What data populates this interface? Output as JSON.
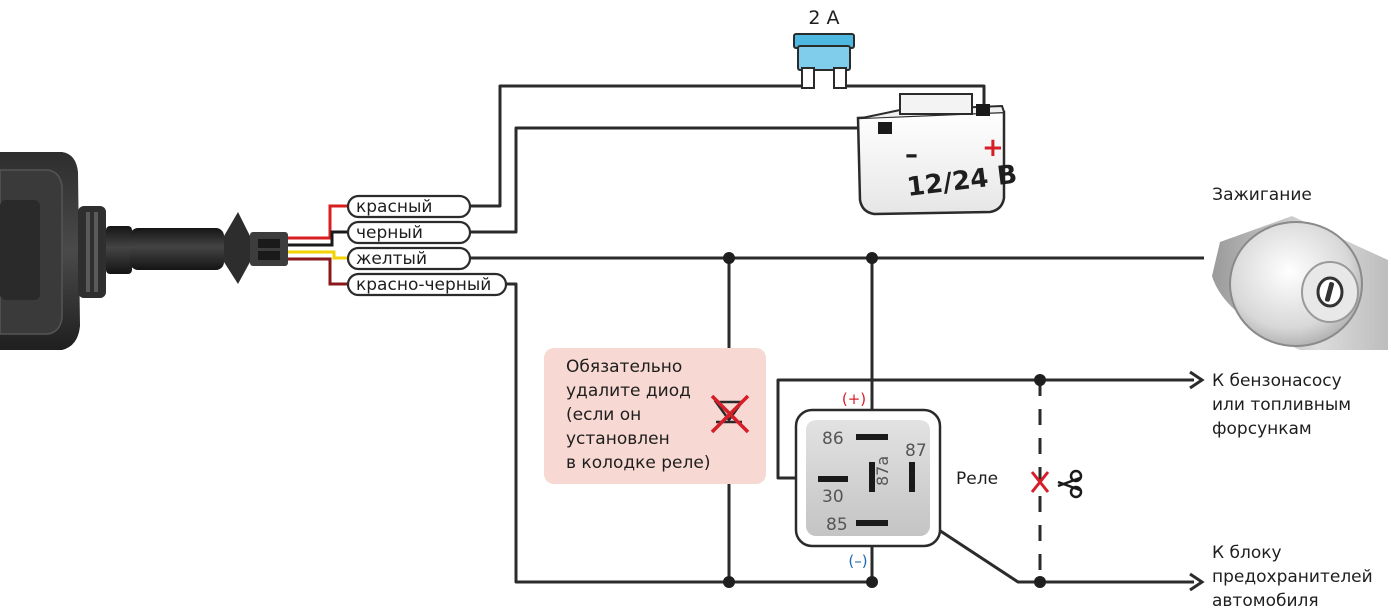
{
  "fuse_label": "2 A",
  "battery": {
    "voltage": "12/24 B",
    "minus": "–",
    "plus": "+"
  },
  "wires": {
    "red": "красный",
    "black": "черный",
    "yellow": "желтый",
    "red_black": "красно-черный"
  },
  "ignition_label": "Зажигание",
  "diode_note": [
    "Обязательно",
    "удалите диод",
    "(если он",
    "установлен",
    "в колодке реле)"
  ],
  "relay": {
    "label": "Реле",
    "pin_86": "86",
    "pin_87": "87",
    "pin_87a": "87a",
    "pin_30": "30",
    "pin_85": "85",
    "plus_mark": "+",
    "minus_mark": "–"
  },
  "output_fuel": [
    "К бензонасосу",
    "или топливным",
    "форсункам"
  ],
  "output_fuse_block": [
    "К блоку",
    "предохранителей",
    "автомобиля"
  ],
  "colors": {
    "wire": "#2b2b2b",
    "red_wire": "#d81e1e",
    "yellow_wire": "#f2d200",
    "dark_red_wire": "#8a1818",
    "fuse": "#4fb8e0",
    "note_bg": "#f7d8d2",
    "cross": "#d61e28",
    "plus_red": "#d61e28",
    "minus_blue": "#1e6ab4"
  },
  "icons": [
    "device-icon",
    "fuse-icon",
    "battery-icon",
    "ignition-switch-icon",
    "relay-icon",
    "scissors-icon",
    "cut-cross-icon",
    "diode-cross-icon",
    "arrow-right-icon"
  ]
}
